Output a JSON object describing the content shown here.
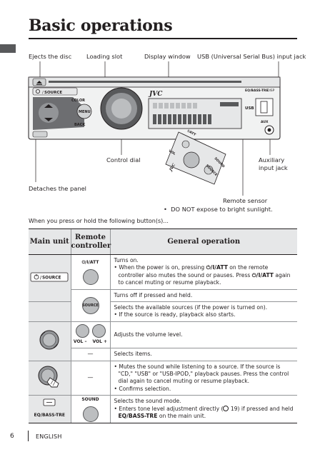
{
  "page": {
    "title": "Basic operations",
    "page_number": "6",
    "language": "ENGLISH"
  },
  "callouts": {
    "ejects_disc": "Ejects the disc",
    "loading_slot": "Loading slot",
    "display_window": "Display window",
    "usb_jack": "USB (Universal Serial Bus) input jack",
    "control_dial": "Control dial",
    "auxiliary_jack": "Auxiliary input jack",
    "detaches_panel": "Detaches the panel",
    "remote_sensor": "Remote sensor",
    "remote_sensor_note": "DO NOT expose to bright sunlight."
  },
  "device_labels": {
    "source_button": "SOURCE",
    "color_button": "COLOR",
    "menu_button": "MENU",
    "back_button": "BACK",
    "brand": "JVC",
    "usb_label": "USB",
    "aux_label": "AUX",
    "eq_bass_tre": "EQ/BASS-TRE",
    "disp": "DISP",
    "remote_brand": "JVC",
    "remote_att": "I/ATT",
    "remote_sound": "SOUND",
    "remote_source": "SOURCE",
    "remote_vol": "VOL"
  },
  "note": "When you press or hold the following button(s)...",
  "table": {
    "headers": {
      "main_unit": "Main unit",
      "remote_controller": "Remote controller",
      "general_operation": "General operation"
    },
    "button_labels": {
      "source": "SOURCE",
      "att": "I/ATT",
      "source_small": "SOURCE",
      "vol_minus": "VOL –",
      "vol_plus": "VOL +",
      "sound": "SOUND",
      "eq_bass_tre": "EQ/BASS-TRE"
    },
    "dash": "—",
    "ops": {
      "turns_on": "Turns on.",
      "turns_on_b1_a": "When the power is on, pressing ",
      "turns_on_b1_b": "I/ATT",
      "turns_on_b1_c": " on the remote controller also mutes the sound or pauses. Press ",
      "turns_on_b1_d": "I/ATT",
      "turns_on_b1_e": " again to cancel muting or resume playback.",
      "turns_off": "Turns off if pressed and held.",
      "selects_sources": "Selects the available sources (if the power is turned on).",
      "source_b1": "If the source is ready, playback also starts.",
      "adjusts_volume": "Adjusts the volume level.",
      "selects_items": "Selects items.",
      "mute_b1": "Mutes the sound while listening to a source. If the source is \"CD,\" \"USB\" or \"USB-IPOD,\" playback pauses. Press the control dial again to cancel muting or resume playback.",
      "mute_b2": "Confirms selection.",
      "sound_mode": "Selects the sound mode.",
      "sound_b1_a": "Enters tone level adjustment directly (",
      "sound_b1_b": " 19) if pressed and held ",
      "sound_b1_c": "EQ/BASS-TRE",
      "sound_b1_d": " on the main unit."
    }
  },
  "icons": [
    "power-icon",
    "eject-icon",
    "detach-icon",
    "usb-icon",
    "aux-icon",
    "hand-press-icon",
    "magnifier-icon"
  ]
}
